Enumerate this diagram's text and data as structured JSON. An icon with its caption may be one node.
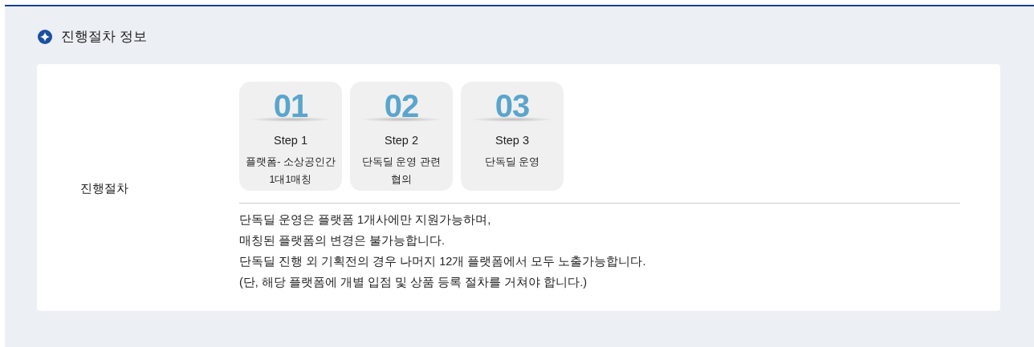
{
  "diagram": {
    "title": "진행절차 정보",
    "nodes": [
      {
        "text": [
          "01",
          "Step 1",
          "플랫폼- 소상공인간 1대1매칭"
        ]
      },
      {
        "text": [
          "02",
          "Step 2",
          "단독딜 운영 관련 협의"
        ]
      },
      {
        "text": [
          "03",
          "Step 3",
          "단독딜 운영"
        ]
      }
    ],
    "labels": [
      "진행절차",
      "단독딜 운영은 플랫폼 1개사에만 지원가능하며,",
      "매칭된 플랫폼의 변경은 불가능합니다.",
      "단독딜 진행 외 기획전의 경우 나머지 12개 플랫폼에서 모두 노출가능합니다.",
      "(단, 해당 플랫폼에 개별 입점 및 상품 등록 절차를 거쳐야 합니다.)"
    ]
  }
}
